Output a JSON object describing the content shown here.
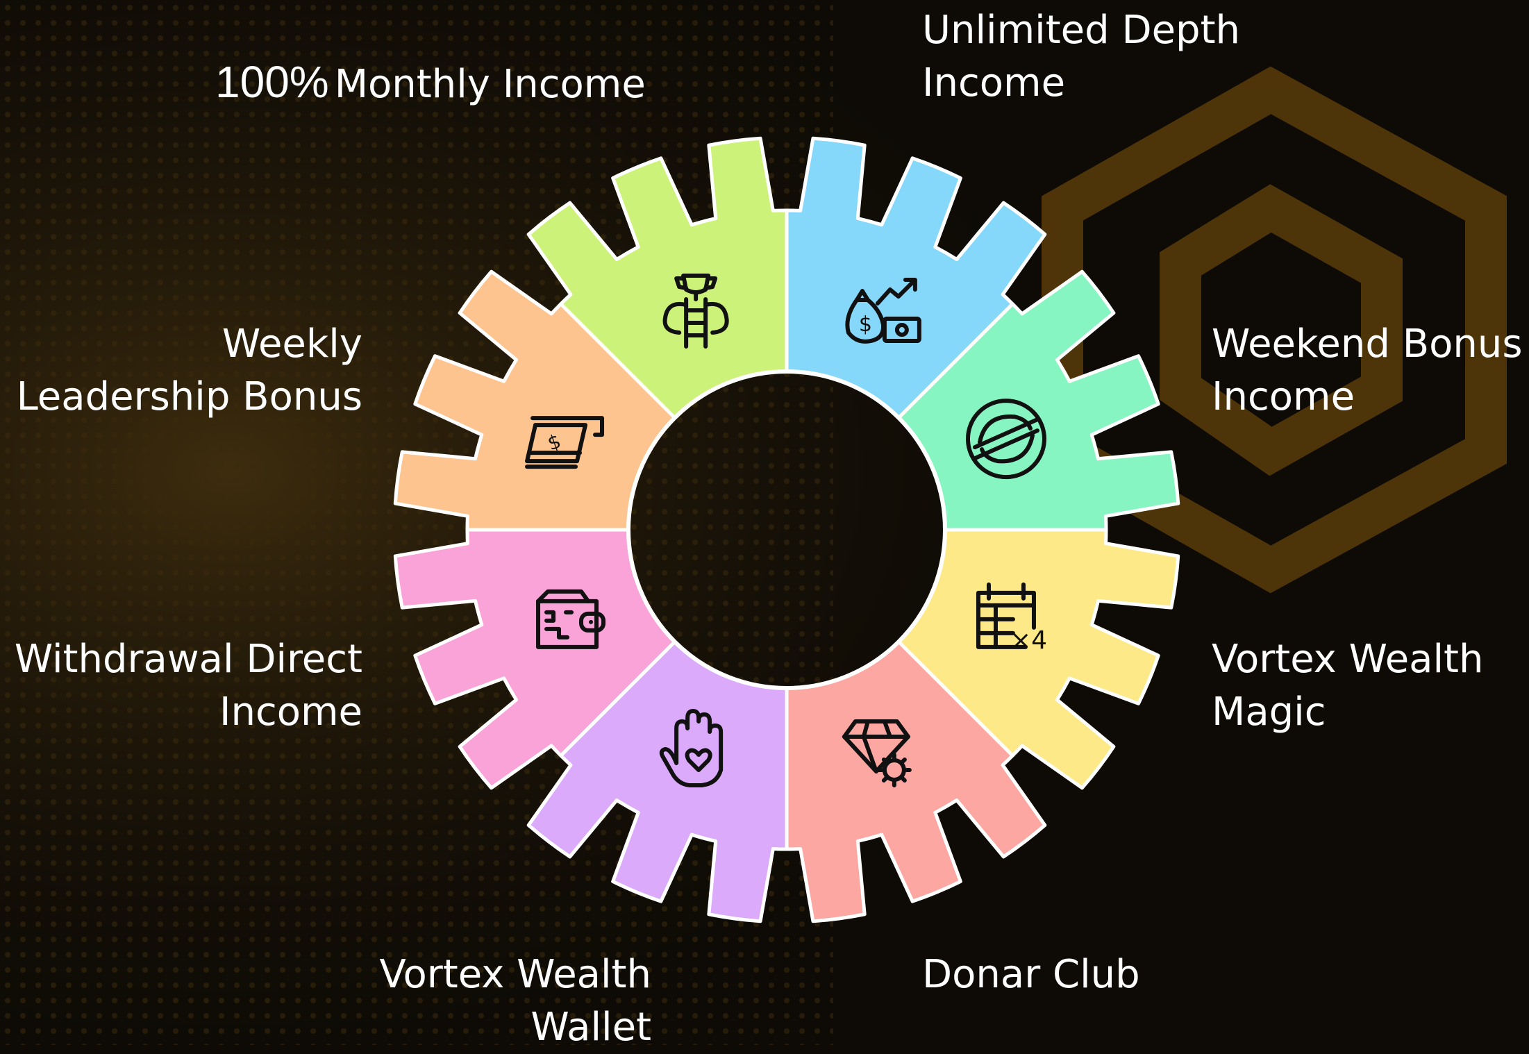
{
  "segments": [
    {
      "id": "monthly-income",
      "color": "#86d8fb",
      "icon": "money-bag-growth-icon",
      "lines": [
        "100%",
        "Monthly Income"
      ]
    },
    {
      "id": "unlimited-depth-income",
      "color": "#86f5c1",
      "icon": "stellar-coin-icon",
      "lines": [
        "Unlimited Depth",
        "Income"
      ]
    },
    {
      "id": "weekend-bonus-income",
      "color": "#fde987",
      "icon": "calendar-x4-icon",
      "lines": [
        "Weekend Bonus",
        "Income"
      ]
    },
    {
      "id": "vortex-wealth-magic",
      "color": "#fca7a1",
      "icon": "diamond-sun-icon",
      "lines": [
        "Vortex Wealth",
        "Magic"
      ]
    },
    {
      "id": "donar-club",
      "color": "#dcaafb",
      "icon": "hand-heart-icon",
      "lines": [
        "Donar Club"
      ]
    },
    {
      "id": "vortex-wealth-wallet",
      "color": "#f9a3d9",
      "icon": "wallet-icon",
      "lines": [
        "Vortex Wealth",
        "Wallet"
      ]
    },
    {
      "id": "withdrawal-direct-income",
      "color": "#fdc48f",
      "icon": "atm-cash-icon",
      "lines": [
        "Withdrawal Direct",
        "Income"
      ]
    },
    {
      "id": "weekly-leadership-bonus",
      "color": "#cdf27a",
      "icon": "trophy-ladder-icon",
      "lines": [
        "Weekly",
        "Leadership Bonus"
      ]
    }
  ],
  "colors": {
    "background": "#0e0b06",
    "accent": "#b07a18",
    "text": "#ffffff"
  }
}
